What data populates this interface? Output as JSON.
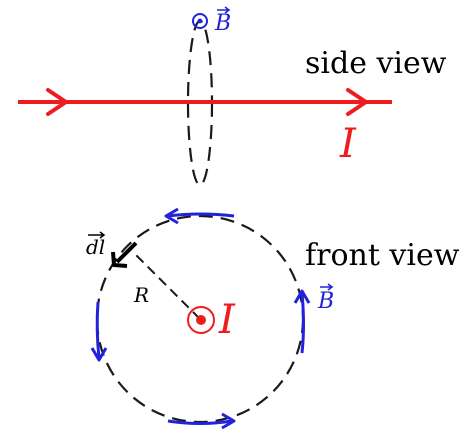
{
  "labels": {
    "side_view": "side view",
    "front_view": "front view",
    "current_side": "I",
    "current_front": "I",
    "field_top": "B",
    "field_front": "B",
    "dl": "dl",
    "radius": "R"
  },
  "colors": {
    "current": "#ee1c1c",
    "field": "#2222dd",
    "dashed": "#1a1a1a",
    "dl_arrow": "#000000",
    "text": "#000000"
  },
  "icons": {
    "out_of_page": "dot-in-circle",
    "current_direction": "arrowhead-right",
    "field_direction": "arrowhead"
  }
}
